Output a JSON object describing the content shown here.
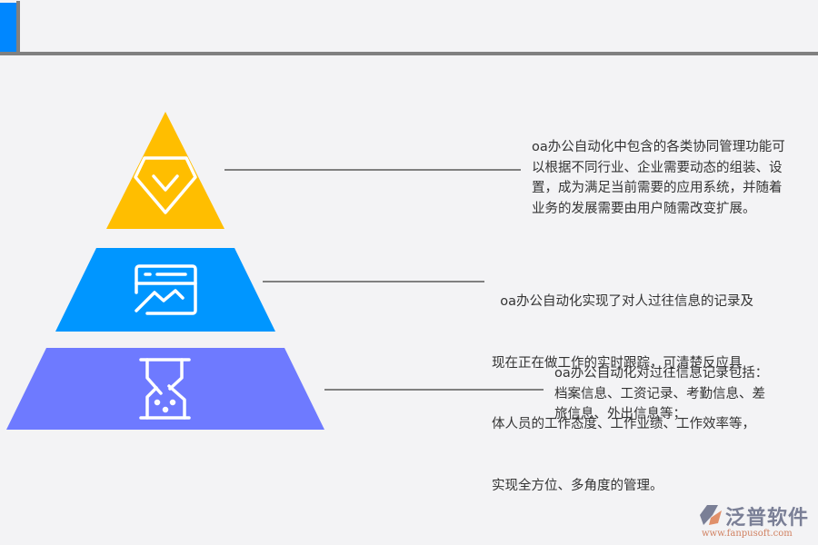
{
  "colors": {
    "tier1": "#ffbe00",
    "tier2": "#0096ff",
    "tier3": "#6e7aff",
    "accent": "#0087ff",
    "rule": "#808080"
  },
  "tiers": [
    {
      "icon": "diamond-check-icon",
      "lines": [
        "oa办公自动化中包含的各类协同管理功能可",
        "以根据不同行业、企业需要动态的组装、设",
        "置，成为满足当前需要的应用系统，并随着",
        "业务的发展需要由用户随需改变扩展。"
      ]
    },
    {
      "icon": "chart-window-icon",
      "lines": [
        "  oa办公自动化实现了对人过往信息的记录及",
        "现在正在做工作的实时跟踪，可清楚反应具",
        "体人员的工作态度、工作业绩、工作效率等，",
        "实现全方位、多角度的管理。"
      ]
    },
    {
      "icon": "hourglass-icon",
      "lines": [
        "oa办公自动化对过往信息记录包括：",
        "档案信息、工资记录、考勤信息、差",
        "旅信息、外出信息等；"
      ]
    }
  ],
  "logo": {
    "name": "泛普软件",
    "url": "www.fanpusoft.com"
  }
}
